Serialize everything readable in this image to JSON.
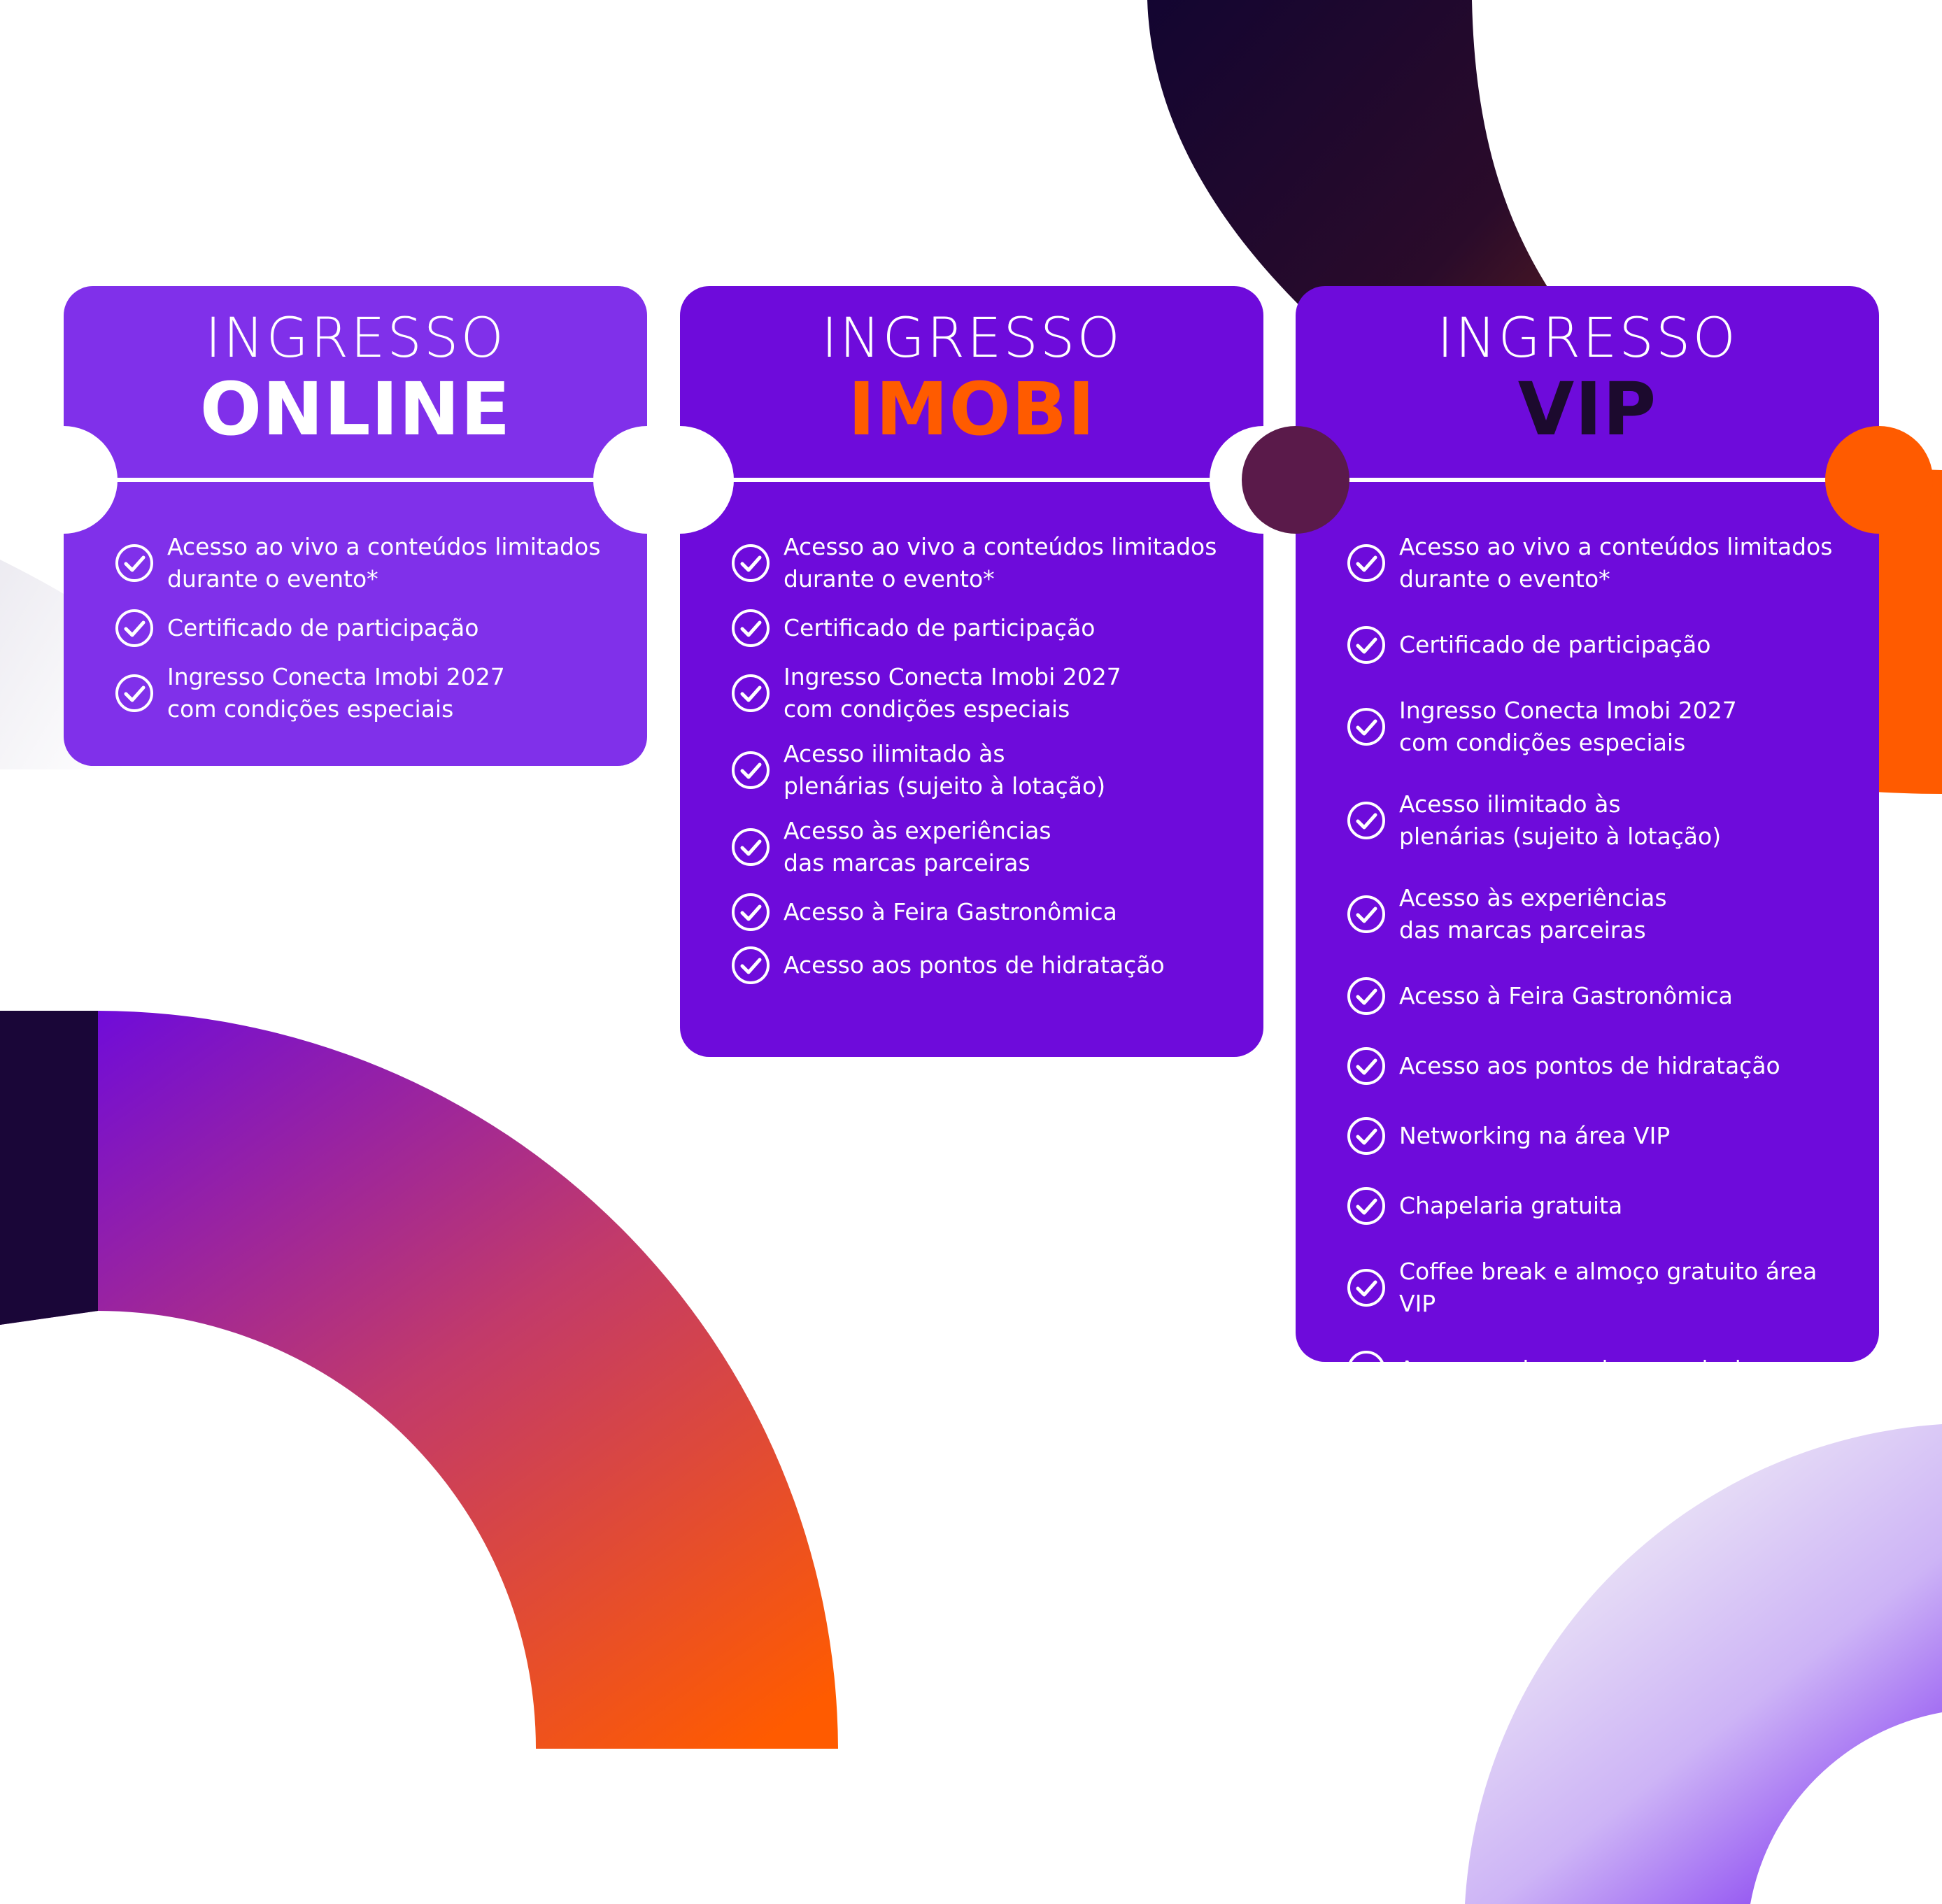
{
  "colors": {
    "card_online": "#8030ea",
    "card_purple": "#6e0bdb",
    "accent_orange": "#ff5b00",
    "dark": "#1a0630",
    "white": "#ffffff"
  },
  "cards": [
    {
      "id": "online",
      "label_top": "INGRESSO",
      "label_main": "ONLINE",
      "label_main_color": "#ffffff",
      "features": [
        "Acesso ao vivo a conteúdos limitados\ndurante o evento*",
        "Certificado de participação",
        "Ingresso Conecta Imobi 2027\ncom condições especiais"
      ]
    },
    {
      "id": "imobi",
      "label_top": "INGRESSO",
      "label_main": "IMOBI",
      "label_main_color": "#ff5b00",
      "features": [
        "Acesso ao vivo a conteúdos limitados\ndurante o evento*",
        "Certificado de participação",
        "Ingresso Conecta Imobi 2027\ncom condições especiais",
        "Acesso ilimitado às\nplenárias (sujeito à lotação)",
        "Acesso às experiências\ndas marcas parceiras",
        "Acesso à Feira Gastronômica",
        "Acesso aos pontos de hidratação"
      ]
    },
    {
      "id": "vip",
      "label_top": "INGRESSO",
      "label_main": "VIP",
      "label_main_color": "#1c0a2e",
      "features": [
        "Acesso ao vivo a conteúdos limitados\ndurante o evento*",
        "Certificado de participação",
        "Ingresso Conecta Imobi 2027\ncom condições especiais",
        "Acesso ilimitado às\nplenárias (sujeito à lotação)",
        "Acesso às experiências\ndas marcas parceiras",
        "Acesso à Feira Gastronômica",
        "Acesso aos pontos de hidratação",
        "Networking na área VIP",
        "Chapelaria gratuita",
        "Coffee break e almoço gratuito área VIP",
        "Acesso ao happy hour exclusivo"
      ]
    }
  ]
}
